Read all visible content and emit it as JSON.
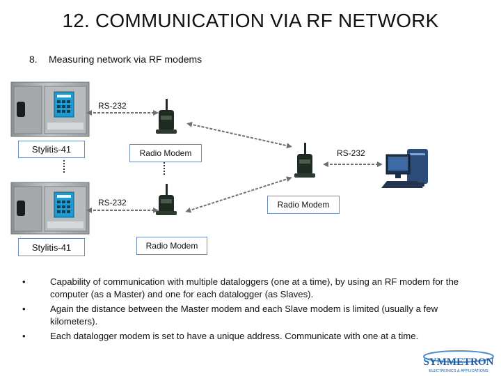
{
  "slide": {
    "title": "12. COMMUNICATION VIA RF NETWORK",
    "subtitle_number": "8.",
    "subtitle_text": "Measuring network via RF modems"
  },
  "diagram": {
    "datalogger_top_label": "Stylitis-41",
    "datalogger_bottom_label": "Stylitis-41",
    "rs232_top": "RS-232",
    "rs232_middle": "RS-232",
    "rs232_right": "RS-232",
    "radio_modem_top": "Radio Modem",
    "radio_modem_right": "Radio Modem",
    "radio_modem_bottom": "Radio Modem",
    "colors": {
      "cabinet": "#b4b8ba",
      "keypad": "#1f9bd2",
      "box_border": "#6b8db5",
      "dash_line": "#6f6f6f",
      "modem": "#1e2a22"
    }
  },
  "bullets": [
    {
      "text": "Capability of communication with multiple dataloggers (one at a time), by using an RF modem for the computer (as a Master) and one for each datalogger (as Slaves)."
    },
    {
      "text": "Again the distance between the Master modem and each Slave modem is limited (usually a few kilometers)."
    },
    {
      "text": "Each datalogger modem is set to have a unique address. Communicate with one at a time."
    }
  ],
  "logo": {
    "name": "SYMMETRON",
    "tagline": "ELECTRONICS & APPLICATIONS"
  }
}
